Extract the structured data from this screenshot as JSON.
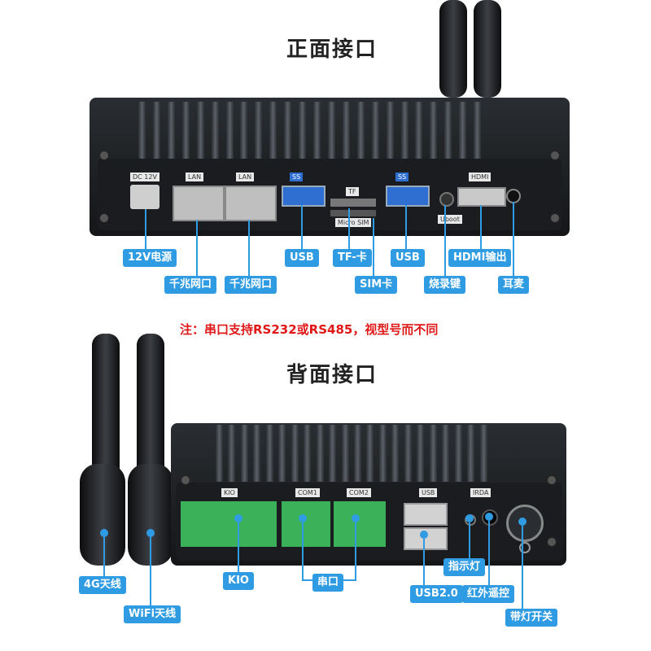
{
  "front": {
    "title": "正面接口",
    "case_tags": [
      "DC 12V",
      "LAN",
      "LAN",
      "SS",
      "TF",
      "SS",
      "HDMI",
      "Micro SIM",
      "Uboot"
    ],
    "callouts": {
      "power": "12V电源",
      "lan1": "千兆网口",
      "lan2": "千兆网口",
      "usb1": "USB",
      "tf": "TF-卡",
      "sim": "SIM卡",
      "usb2": "USB",
      "burn": "烧录键",
      "hdmi": "HDMI输出",
      "mic": "耳麦"
    }
  },
  "note": "注：串口支持RS232或RS485，视型号而不同",
  "back": {
    "title": "背面接口",
    "case_tags": [
      "KIO",
      "COM1",
      "COM2",
      "USB",
      "IRDA"
    ],
    "callouts": {
      "ant4g": "4G天线",
      "wifi": "WiFi天线",
      "kio": "KIO",
      "serial": "串口",
      "indicator": "指示灯",
      "usb20": "USB2.0",
      "ir": "红外遥控",
      "switch": "带灯开关"
    }
  },
  "colors": {
    "callout": "#2f9be3",
    "note": "#e01818",
    "case": "#1a1c1f"
  }
}
